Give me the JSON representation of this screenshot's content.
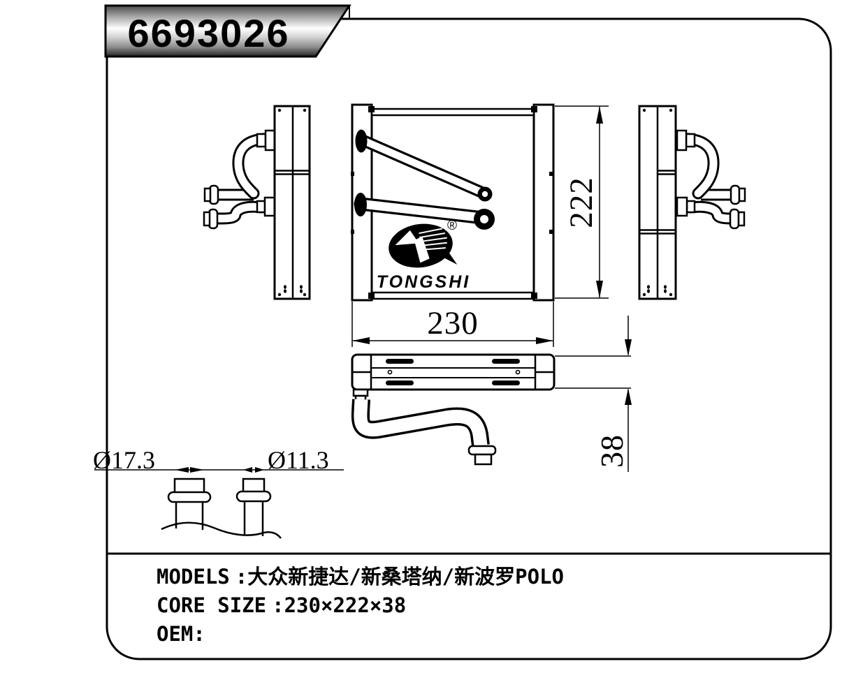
{
  "title_banner": {
    "part_number": "6693026"
  },
  "logo": {
    "brand": "TONGSHI",
    "registered_mark": "®"
  },
  "dimensions": {
    "core_width": "230",
    "core_height": "222",
    "core_depth": "38",
    "pipe_diameter_large": "Ø17.3",
    "pipe_diameter_small": "Ø11.3"
  },
  "specs": {
    "models_label": "MODELS",
    "models_value": ":大众新捷达/新桑塔纳/新波罗POLO",
    "core_size_label": "CORE SIZE",
    "core_size_value": ":230×222×38",
    "oem_label": "OEM:"
  },
  "colors": {
    "line": "#000000",
    "background": "#ffffff",
    "banner_dark": "#2b2b2b",
    "banner_light": "#ffffff"
  }
}
